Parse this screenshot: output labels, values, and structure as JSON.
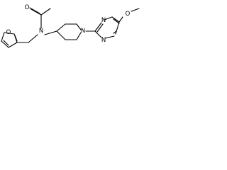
{
  "molecule": {
    "atom_labels": {
      "furan_oxygen": "O",
      "carbonyl_oxygen": "O",
      "amide_nitrogen": "N",
      "piperidine_nitrogen": "N",
      "pyrimidine_n1": "N",
      "pyrimidine_n3": "N",
      "ether_oxygen": "O"
    }
  }
}
